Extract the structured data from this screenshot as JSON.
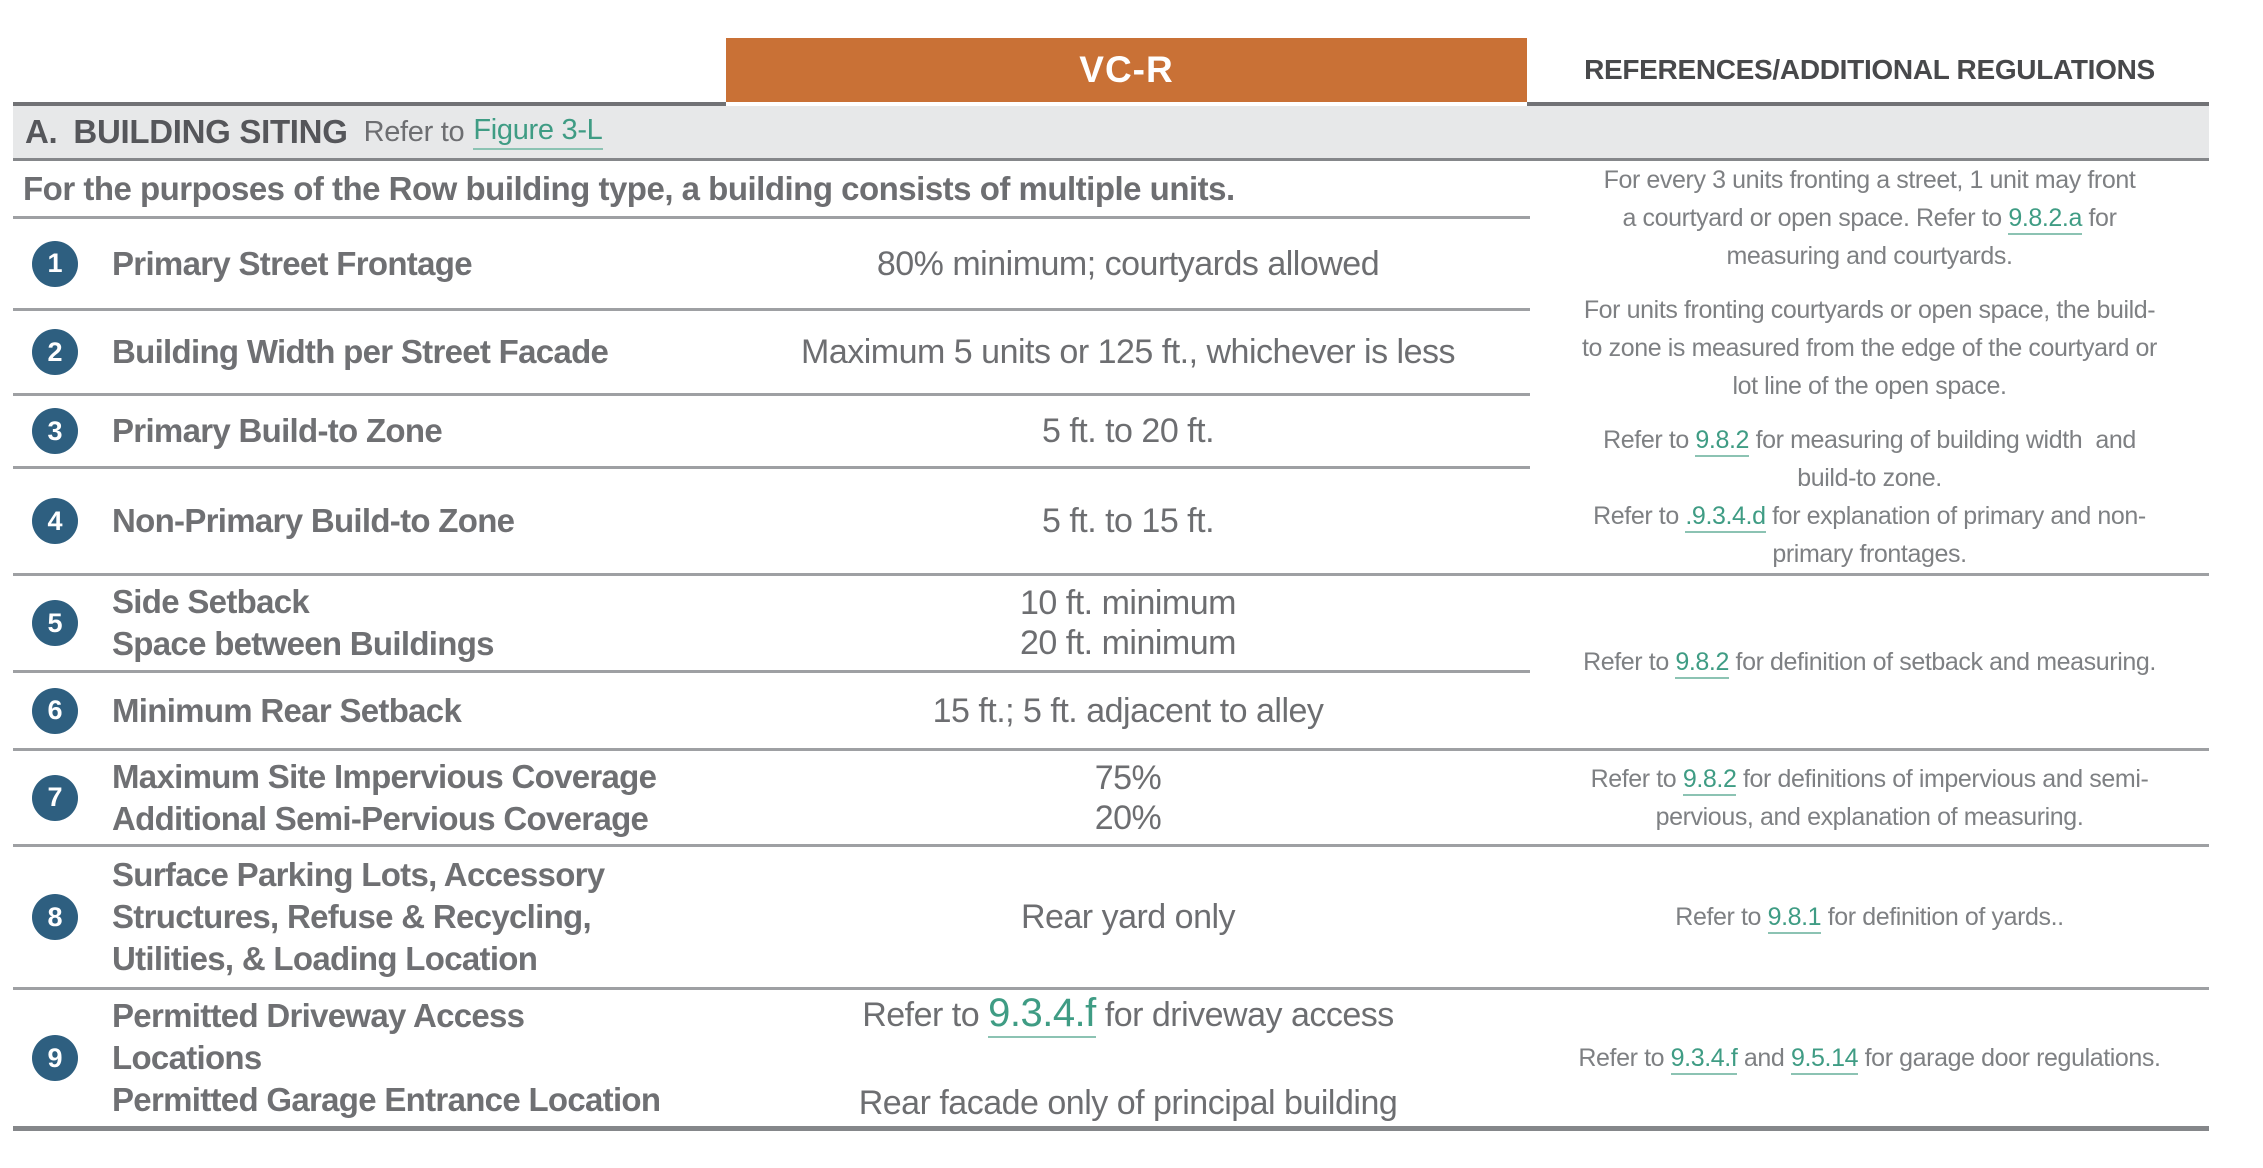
{
  "header": {
    "district": "VC-R",
    "references": "REFERENCES/ADDITIONAL REGULATIONS"
  },
  "section": {
    "letter": "A.",
    "title": "BUILDING SITING",
    "refer": "Refer to",
    "figure_link": "Figure 3-L"
  },
  "intro": "For the purposes of the Row building type, a building consists of multiple units.",
  "rows": [
    {
      "num": "1",
      "label_lines": [
        "Primary Street Frontage"
      ],
      "value_lines": [
        "80% minimum; courtyards allowed"
      ]
    },
    {
      "num": "2",
      "label_lines": [
        "Building Width per Street Facade"
      ],
      "value_lines": [
        "Maximum 5 units or 125 ft., whichever is less"
      ]
    },
    {
      "num": "3",
      "label_lines": [
        "Primary Build-to Zone"
      ],
      "value_lines": [
        "5 ft. to 20 ft."
      ]
    },
    {
      "num": "4",
      "label_lines": [
        "Non-Primary Build-to Zone"
      ],
      "value_lines": [
        "5 ft. to 15 ft."
      ]
    },
    {
      "num": "5",
      "label_lines": [
        "Side Setback",
        "Space between Buildings"
      ],
      "value_lines": [
        "10 ft. minimum",
        "20 ft. minimum"
      ]
    },
    {
      "num": "6",
      "label_lines": [
        "Minimum Rear Setback"
      ],
      "value_lines": [
        "15 ft.; 5 ft. adjacent to alley"
      ]
    },
    {
      "num": "7",
      "label_lines": [
        "Maximum Site Impervious Coverage",
        "Additional Semi-Pervious Coverage"
      ],
      "value_lines": [
        "75%",
        "20%"
      ]
    },
    {
      "num": "8",
      "label_lines": [
        "Surface Parking Lots, Accessory",
        "Structures, Refuse & Recycling,",
        "Utilities, & Loading Location"
      ],
      "value_lines": [
        "Rear yard only"
      ]
    },
    {
      "num": "9",
      "label_lines": [
        "Permitted Driveway Access",
        "Locations",
        "Permitted Garage Entrance Location"
      ],
      "value_refer_pre": "Refer to ",
      "value_refer_link": "9.3.4.f",
      "value_refer_post": " for driveway access",
      "value_line2": "Rear facade only of principal building"
    }
  ],
  "refcol": {
    "p1_l1": "For every 3 units fronting a street, 1 unit may front",
    "p1_l2_pre": "a courtyard or open space. Refer to ",
    "p1_l2_link": "9.8.2.a",
    "p1_l2_post": " for",
    "p1_l3": "measuring and courtyards.",
    "p2_l1": "For units fronting courtyards or open space, the build-",
    "p2_l2": "to zone is measured from the edge of the courtyard or",
    "p2_l3": "lot line of the open space.",
    "p3_l1_pre": "Refer to ",
    "p3_l1_link": "9.8.2",
    "p3_l1_post": " for measuring of building width  and",
    "p3_l2": "build-to zone.",
    "p4_l1_pre": "Refer to ",
    "p4_l1_link": ".9.3.4.d",
    "p4_l1_post": " for explanation of primary and non-",
    "p4_l2": "primary frontages.",
    "cellB_pre": "Refer to ",
    "cellB_link": "9.8.2",
    "cellB_post": " for definition of setback and measuring.",
    "cellC_l1_pre": "Refer to ",
    "cellC_l1_link": "9.8.2",
    "cellC_l1_post": " for definitions of impervious and semi-",
    "cellC_l2": "pervious, and explanation of measuring.",
    "cellD_pre": "Refer to ",
    "cellD_link": "9.8.1",
    "cellD_post": " for definition of yards..",
    "cellE_pre": "Refer to ",
    "cellE_link1": "9.3.4.f",
    "cellE_mid": " and ",
    "cellE_link2": "9.5.14",
    "cellE_post": " for garage door regulations."
  },
  "colors": {
    "header_orange": "#C97136",
    "badge_blue": "#2E5F80",
    "link_teal": "#3F9C84",
    "band_gray": "#E7E8E9"
  }
}
